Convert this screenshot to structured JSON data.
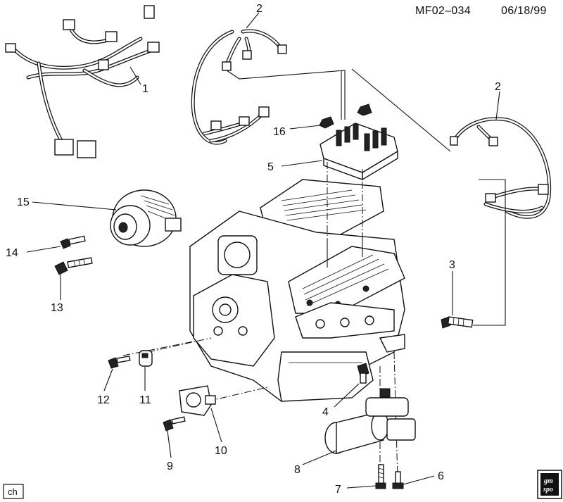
{
  "header": {
    "code": "MF02–034",
    "date": "06/18/99"
  },
  "corner_tag": "ch",
  "logo": {
    "line1": "gm",
    "line2": "spo"
  },
  "callouts": [
    "1",
    "2",
    "2",
    "3",
    "4",
    "5",
    "6",
    "7",
    "8",
    "9",
    "10",
    "11",
    "12",
    "13",
    "14",
    "15",
    "16"
  ]
}
